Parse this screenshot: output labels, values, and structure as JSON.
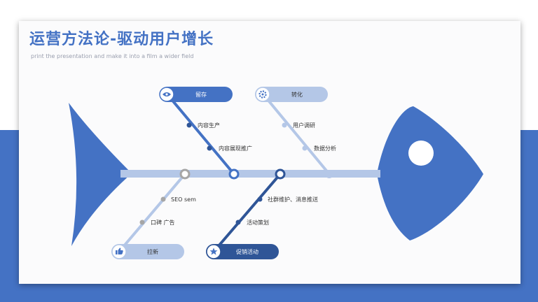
{
  "title": "运营方法论-驱动用户增长",
  "subtitle": "print the presentation and make it into a film a wider field",
  "colors": {
    "accent": "#4472c4",
    "dark": "#2f5597",
    "light": "#b4c7e7",
    "gray": "#a6a6a6"
  },
  "categories": {
    "retain": {
      "label": "留存",
      "icon": "eye-icon"
    },
    "convert": {
      "label": "转化",
      "icon": "gear-icon"
    },
    "acquire": {
      "label": "拉新",
      "icon": "thumbs-up-icon"
    },
    "promote": {
      "label": "促销活动",
      "icon": "star-icon"
    }
  },
  "items": {
    "retain_1": "内容生产",
    "retain_2": "内容展现推广",
    "convert_1": "用户调研",
    "convert_2": "数据分析",
    "acquire_1": "SEO sem",
    "acquire_2": "口碑 广告",
    "promote_1": "社群维护、消息推送",
    "promote_2": "活动策划"
  }
}
